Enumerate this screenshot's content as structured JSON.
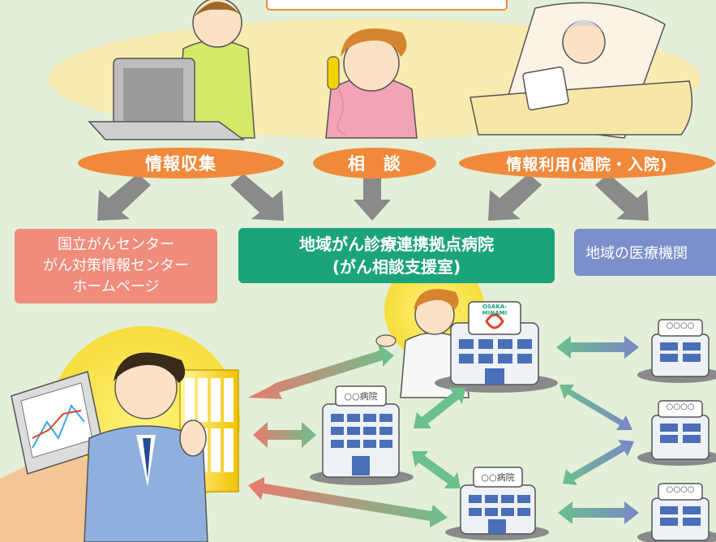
{
  "top_categories": {
    "collect": "情報収集",
    "consult": "相　談",
    "use": "情報利用(通院・入院)"
  },
  "boxes": {
    "ncc_line1": "国立がんセンター",
    "ncc_line2": "がん対策情報センター",
    "ncc_line3": "ホームページ",
    "hub_line1": "地域がん診療連携拠点病院",
    "hub_line2": "(がん相談支援室)",
    "local": "地域の医療機関"
  },
  "hospital_labels": {
    "hosp1": "○○病院",
    "hosp2": "○○病院",
    "clinic1": "○○○○",
    "clinic2": "○○○○",
    "clinic3": "○○○○"
  },
  "hub_sign": "OSAKA-MINAMI",
  "colors": {
    "background": "#e3efd8",
    "ellipse": "#faebb0",
    "orange_pill": "#f08a3a",
    "salmon_box": "#ef8c7c",
    "green_box": "#1ba37c",
    "blue_box": "#7b8fcb",
    "grey_arrow": "#8a8a8a",
    "green_arrow": "#6cc08e",
    "red_arrow": "#ea7a6c",
    "blue_arrow": "#7b86c8"
  }
}
